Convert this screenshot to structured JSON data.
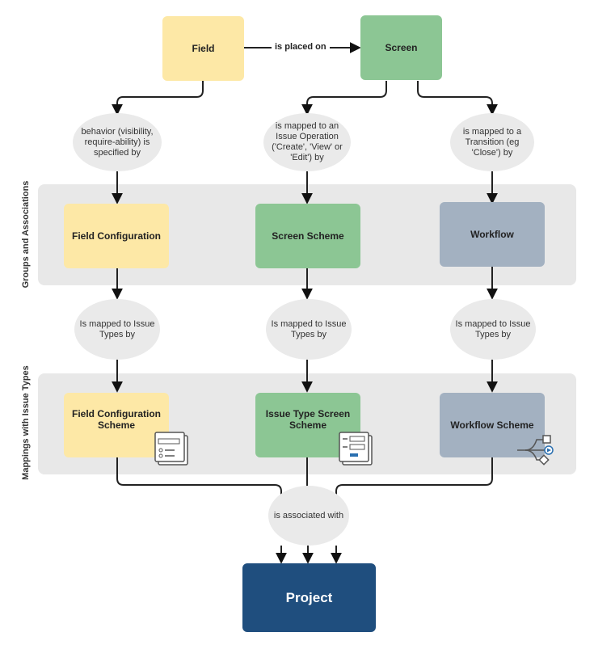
{
  "bands": {
    "groups_label": "Groups and Associations",
    "mappings_label": "Mappings with Issue Types"
  },
  "nodes": {
    "field": "Field",
    "screen": "Screen",
    "field_configuration": "Field Configuration",
    "screen_scheme": "Screen Scheme",
    "workflow": "Workflow",
    "field_configuration_scheme": "Field Configuration Scheme",
    "issue_type_screen_scheme": "Issue Type Screen Scheme",
    "workflow_scheme": "Workflow Scheme",
    "project": "Project"
  },
  "edges": {
    "placed_on": "is placed on",
    "behavior": "behavior (visibility, require-ability) is specified by",
    "mapped_operation": "is mapped to an Issue Operation ('Create', 'View' or 'Edit') by",
    "mapped_transition": "is mapped to a Transition (eg 'Close') by",
    "mapped_types_1": "Is mapped to Issue Types by",
    "mapped_types_2": "Is mapped to Issue Types by",
    "mapped_types_3": "Is mapped to Issue Types by",
    "associated": "is associated with"
  },
  "colors": {
    "field": "#fde8a6",
    "screen": "#8cc694",
    "workflow": "#a3b1c1",
    "project": "#1f4e7e",
    "band": "#e8e8e8",
    "bubble": "#eaeaea"
  },
  "icons": {
    "field_configuration_scheme": "form-document-icon",
    "issue_type_screen_scheme": "screen-layout-icon",
    "workflow_scheme": "workflow-branch-icon"
  }
}
